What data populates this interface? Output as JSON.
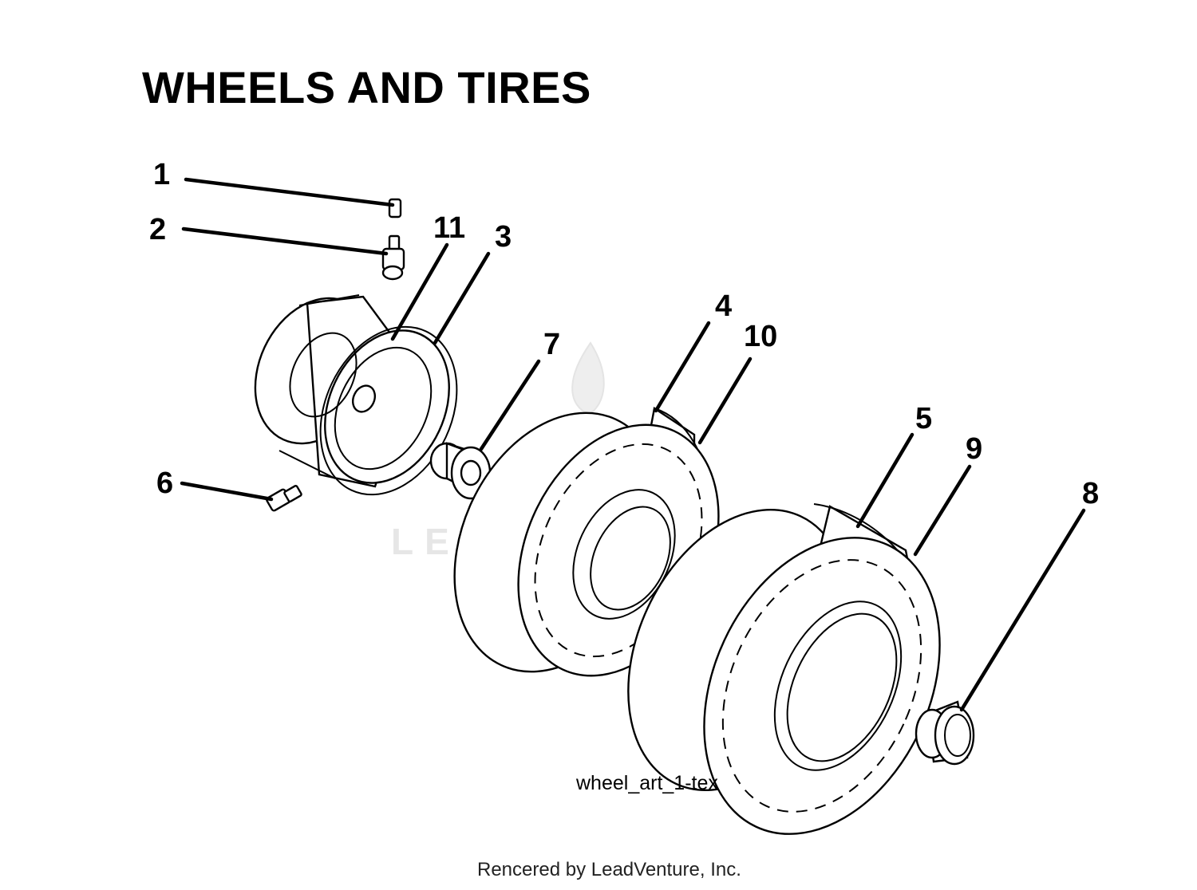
{
  "title": "WHEELS AND TIRES",
  "callouts": [
    "1",
    "2",
    "3",
    "4",
    "5",
    "6",
    "7",
    "8",
    "9",
    "10",
    "11"
  ],
  "art_reference": "wheel_art_1-tex",
  "watermark": "LEADVENTURE",
  "footer": "Rencered by LeadVenture, Inc."
}
